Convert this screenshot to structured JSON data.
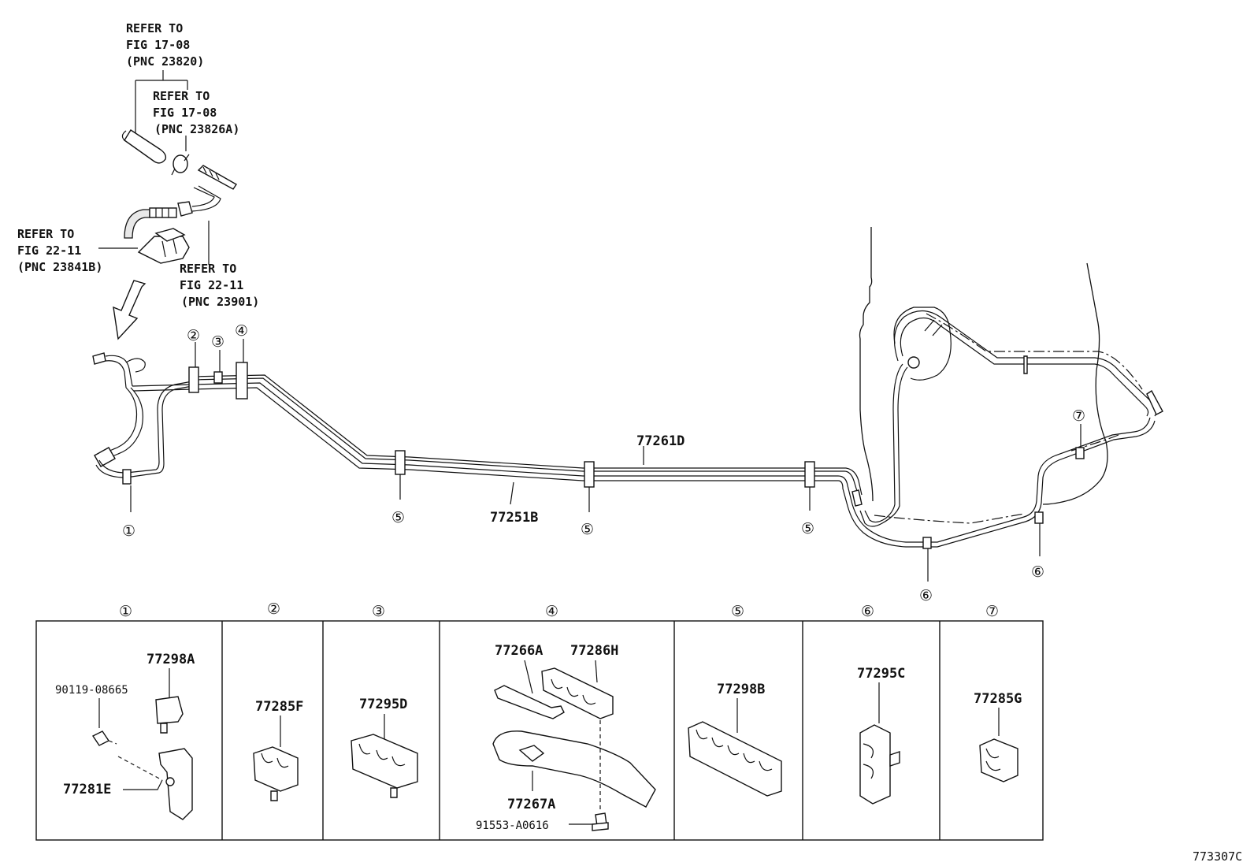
{
  "refs": {
    "r1": {
      "line1": "REFER TO",
      "line2": "FIG 17-08",
      "line3": "(PNC 23820)"
    },
    "r2": {
      "line1": "REFER TO",
      "line2": "FIG 17-08",
      "line3": "(PNC 23826A)"
    },
    "r3": {
      "line1": "REFER TO",
      "line2": "FIG 22-11",
      "line3": "(PNC 23841B)"
    },
    "r4": {
      "line1": "REFER TO",
      "line2": "FIG 22-11",
      "line3": "(PNC 23901)"
    }
  },
  "tubes": {
    "upper": "77261D",
    "lower": "77251B"
  },
  "callouts": {
    "c1": "①",
    "c2": "②",
    "c3": "③",
    "c4": "④",
    "c5": "⑤",
    "c6": "⑥",
    "c7": "⑦"
  },
  "detail_panels": [
    {
      "num": "①",
      "parts": [
        "77298A",
        "90119-08665",
        "77281E"
      ]
    },
    {
      "num": "②",
      "parts": [
        "77285F"
      ]
    },
    {
      "num": "③",
      "parts": [
        "77295D"
      ]
    },
    {
      "num": "④",
      "parts": [
        "77266A",
        "77286H",
        "77267A",
        "91553-A0616"
      ]
    },
    {
      "num": "⑤",
      "parts": [
        "77298B"
      ]
    },
    {
      "num": "⑥",
      "parts": [
        "77295C"
      ]
    },
    {
      "num": "⑦",
      "parts": [
        "77285G"
      ]
    }
  ],
  "figure_code": "773307C"
}
